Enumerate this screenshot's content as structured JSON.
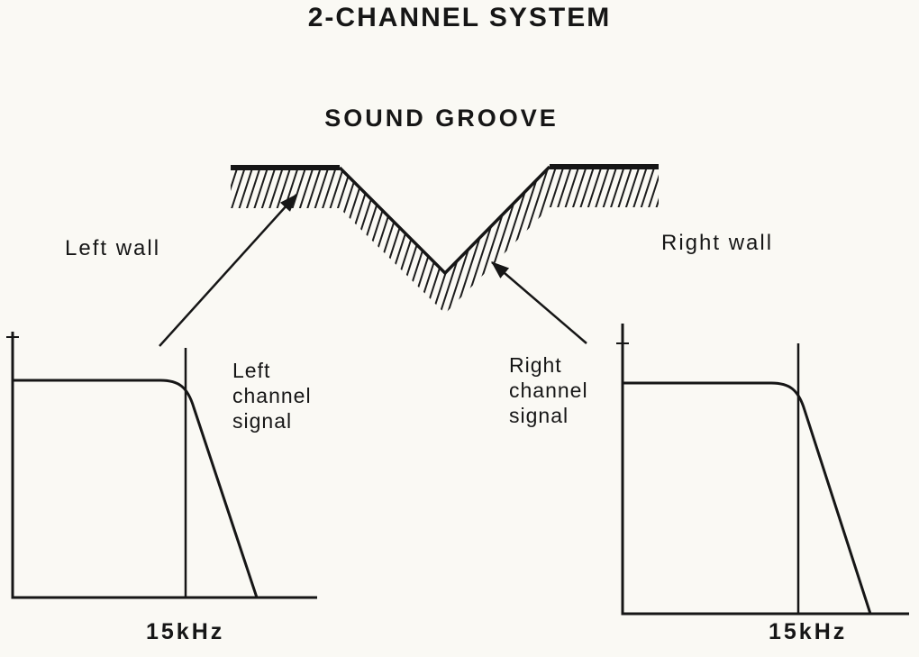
{
  "title": "2-CHANNEL SYSTEM",
  "groove": {
    "heading": "SOUND GROOVE",
    "left_wall_label": "Left wall",
    "right_wall_label": "Right wall"
  },
  "left_plot": {
    "signal_label_lines": [
      "Left",
      "channel",
      "signal"
    ],
    "cutoff_label": "15kHz"
  },
  "right_plot": {
    "signal_label_lines": [
      "Right",
      "channel",
      "signal"
    ],
    "cutoff_label": "15kHz"
  }
}
